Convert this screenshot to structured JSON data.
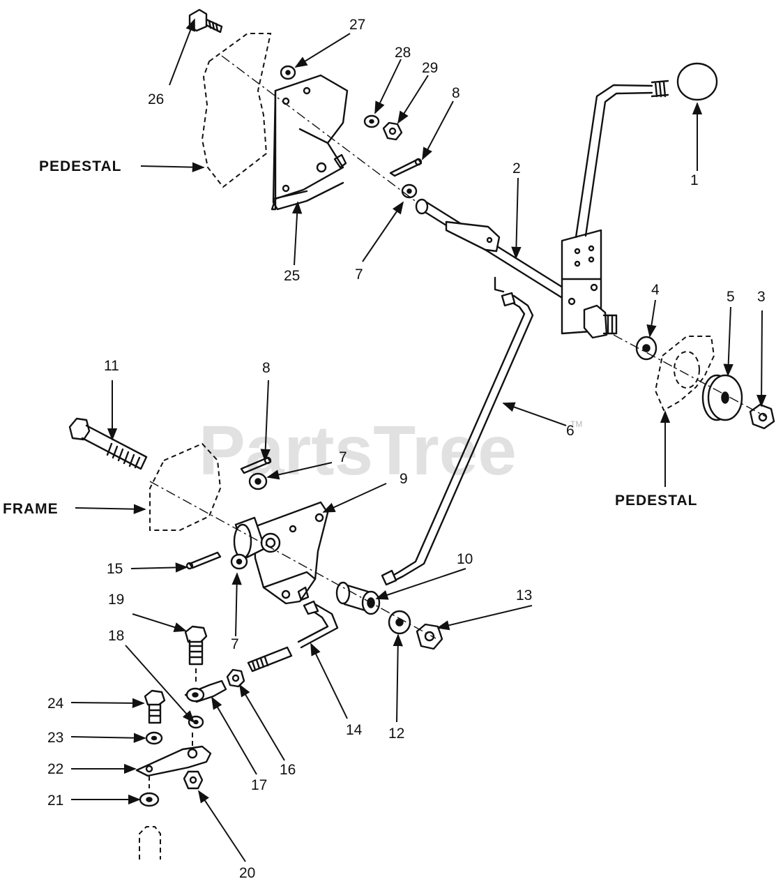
{
  "watermark": {
    "brand": "PartsTree",
    "trademark": "TM"
  },
  "labels": {
    "pedestal_top": "PEDESTAL",
    "pedestal_right": "PEDESTAL",
    "frame": "FRAME"
  },
  "callouts": [
    "1",
    "2",
    "3",
    "4",
    "5",
    "6",
    "7",
    "7",
    "7",
    "8",
    "8",
    "9",
    "10",
    "11",
    "12",
    "13",
    "14",
    "15",
    "16",
    "17",
    "18",
    "19",
    "20",
    "21",
    "22",
    "23",
    "24",
    "25",
    "26",
    "27",
    "28",
    "29"
  ]
}
